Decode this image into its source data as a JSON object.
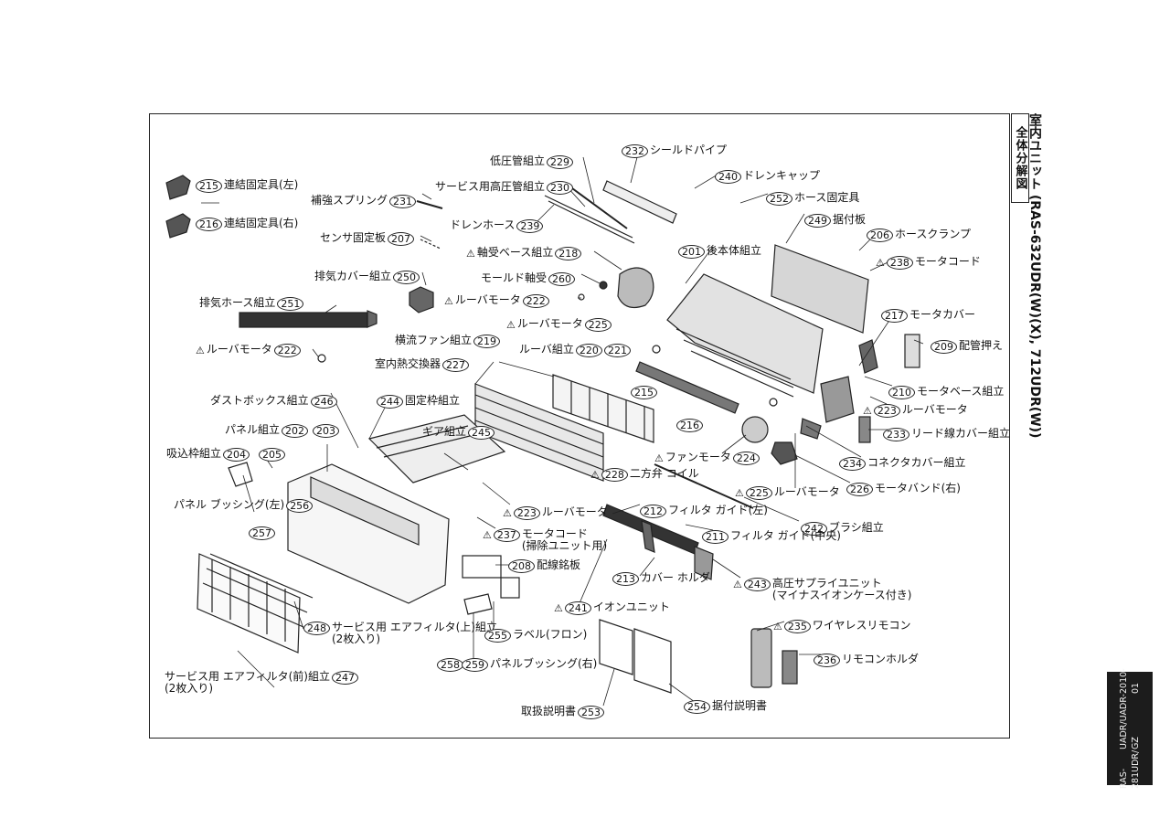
{
  "side_tag": "全体分解図",
  "side_title": "室内ユニット (RAS-632UDR(W)(X), 712UDR(W))",
  "model_box": [
    "RAS-281UDR/",
    "UADR/UADR-GZ",
    "2010-01"
  ],
  "warning_symbol": "⚠",
  "parts": [
    {
      "id": "p215",
      "num": "215",
      "label": "連結固定具(左)"
    },
    {
      "id": "p216",
      "num": "216",
      "label": "連結固定具(右)"
    },
    {
      "id": "p231",
      "num": "231",
      "label": "補強スプリング",
      "pre": true
    },
    {
      "id": "p207",
      "num": "207",
      "label": "センサ固定板",
      "pre": true
    },
    {
      "id": "p250",
      "num": "250",
      "label": "排気カバー組立",
      "pre": true
    },
    {
      "id": "p251",
      "num": "251",
      "label": "排気ホース組立",
      "pre": true
    },
    {
      "id": "p222a",
      "num": "222",
      "label": "ルーバモータ",
      "pre": true,
      "warn": true
    },
    {
      "id": "p246",
      "num": "246",
      "label": "ダストボックス組立",
      "pre": true
    },
    {
      "id": "p244",
      "num": "244",
      "label": "固定枠組立"
    },
    {
      "id": "p202",
      "num": "202",
      "label": "パネル組立",
      "pre": true
    },
    {
      "id": "p203",
      "num": "203",
      "label": ""
    },
    {
      "id": "p204",
      "num": "204",
      "label": "吸込枠組立",
      "pre": true
    },
    {
      "id": "p205",
      "num": "205",
      "label": ""
    },
    {
      "id": "p256",
      "num": "256",
      "label": "パネル ブッシング(左)",
      "pre": true
    },
    {
      "id": "p257",
      "num": "257",
      "label": ""
    },
    {
      "id": "p248",
      "num": "248",
      "label": "サービス用 エアフィルタ(上)組立 (2枚入り)"
    },
    {
      "id": "p247",
      "num": "247",
      "label": "サービス用 エアフィルタ(前)組立 (2枚入り)",
      "pre": true
    },
    {
      "id": "p229",
      "num": "229",
      "label": "低圧管組立",
      "pre": true
    },
    {
      "id": "p230",
      "num": "230",
      "label": "サービス用高圧管組立",
      "pre": true
    },
    {
      "id": "p239",
      "num": "239",
      "label": "ドレンホース",
      "pre": true
    },
    {
      "id": "p218",
      "num": "218",
      "label": "軸受ベース組立",
      "pre": true,
      "warn": true
    },
    {
      "id": "p260",
      "num": "260",
      "label": "モールド軸受",
      "pre": true
    },
    {
      "id": "p222b",
      "num": "222",
      "label": "ルーバモータ",
      "pre": true,
      "warn": true
    },
    {
      "id": "p225a",
      "num": "225",
      "label": "ルーバモータ",
      "pre": true,
      "warn": true
    },
    {
      "id": "p219",
      "num": "219",
      "label": "横流ファン組立",
      "pre": true
    },
    {
      "id": "p220",
      "num": "220",
      "label": "ルーバ組立",
      "pre": true
    },
    {
      "id": "p221",
      "num": "221",
      "label": ""
    },
    {
      "id": "p227",
      "num": "227",
      "label": "室内熱交換器",
      "pre": true
    },
    {
      "id": "p245",
      "num": "245",
      "label": "ギア組立",
      "pre": true
    },
    {
      "id": "p228",
      "num": "228",
      "label": "二方弁 コイル",
      "warn": true
    },
    {
      "id": "p223a",
      "num": "223",
      "label": "ルーバモータ",
      "warn": true
    },
    {
      "id": "p237",
      "num": "237",
      "label": "モータコード (掃除ユニット用)",
      "warn": true
    },
    {
      "id": "p208",
      "num": "208",
      "label": "配線銘板"
    },
    {
      "id": "p255",
      "num": "255",
      "label": "ラベル(フロン)"
    },
    {
      "id": "p258",
      "num": "258",
      "label": ""
    },
    {
      "id": "p259",
      "num": "259",
      "label": "パネルブッシング(右)"
    },
    {
      "id": "p232",
      "num": "232",
      "label": "シールドパイプ"
    },
    {
      "id": "p240",
      "num": "240",
      "label": "ドレンキャップ"
    },
    {
      "id": "p252",
      "num": "252",
      "label": "ホース固定具"
    },
    {
      "id": "p249",
      "num": "249",
      "label": "据付板"
    },
    {
      "id": "p201",
      "num": "201",
      "label": "後本体組立"
    },
    {
      "id": "p206",
      "num": "206",
      "label": "ホースクランプ"
    },
    {
      "id": "p238",
      "num": "238",
      "label": "モータコード",
      "warn": true
    },
    {
      "id": "p217",
      "num": "217",
      "label": "モータカバー"
    },
    {
      "id": "p209",
      "num": "209",
      "label": "配管押え"
    },
    {
      "id": "p210",
      "num": "210",
      "label": "モータベース組立"
    },
    {
      "id": "p223b",
      "num": "223",
      "label": "ルーバモータ",
      "warn": true
    },
    {
      "id": "p233",
      "num": "233",
      "label": "リード線カバー組立"
    },
    {
      "id": "p234",
      "num": "234",
      "label": "コネクタカバー組立"
    },
    {
      "id": "p226",
      "num": "226",
      "label": "モータバンド(右)"
    },
    {
      "id": "p216b",
      "num": "216",
      "label": ""
    },
    {
      "id": "p215b",
      "num": "215",
      "label": ""
    },
    {
      "id": "p224",
      "num": "224",
      "label": "ファンモータ",
      "pre": true,
      "warn": true
    },
    {
      "id": "p225b",
      "num": "225",
      "label": "ルーバモータ",
      "warn": true
    },
    {
      "id": "p242",
      "num": "242",
      "label": "ブラシ組立"
    },
    {
      "id": "p212",
      "num": "212",
      "label": "フィルタ ガイド(左)"
    },
    {
      "id": "p211",
      "num": "211",
      "label": "フィルタ ガイド(中央)"
    },
    {
      "id": "p213",
      "num": "213",
      "label": "カバー ホルダ"
    },
    {
      "id": "p243",
      "num": "243",
      "label": "高圧サプライユニット (マイナスイオンケース付き)",
      "warn": true
    },
    {
      "id": "p241",
      "num": "241",
      "label": "イオンユニット",
      "warn": true
    },
    {
      "id": "p235",
      "num": "235",
      "label": "ワイヤレスリモコン",
      "warn": true
    },
    {
      "id": "p236",
      "num": "236",
      "label": "リモコンホルダ"
    },
    {
      "id": "p253",
      "num": "253",
      "label": "取扱説明書",
      "pre": true
    },
    {
      "id": "p254",
      "num": "254",
      "label": "据付説明書"
    }
  ]
}
